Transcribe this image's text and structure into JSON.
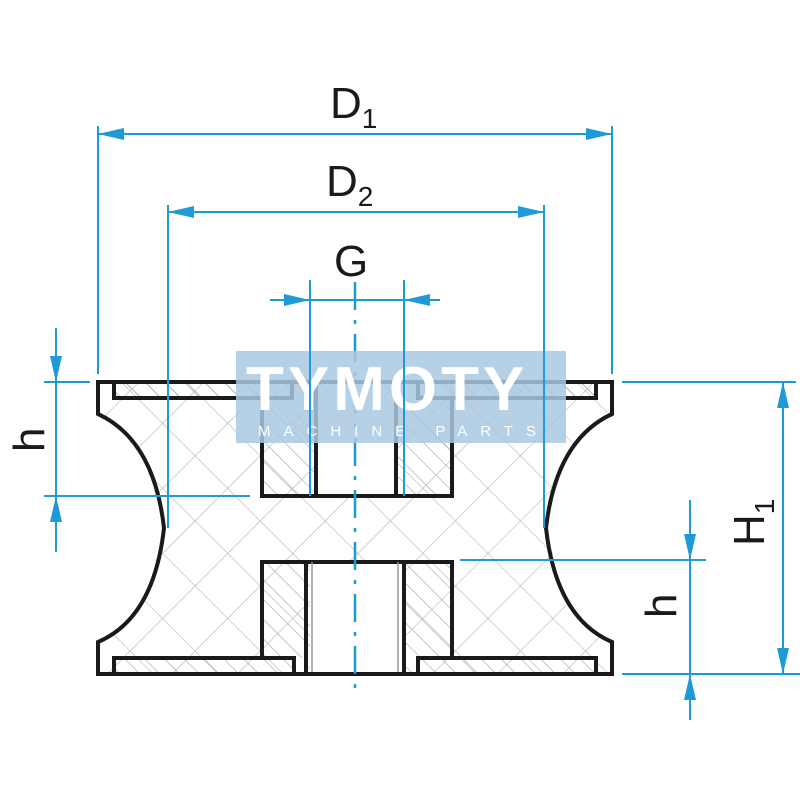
{
  "drawing": {
    "title": "Rubber-metal buffer cross-section",
    "dimensions": {
      "d1": {
        "label": "D",
        "sub": "1"
      },
      "d2": {
        "label": "D",
        "sub": "2"
      },
      "g": {
        "label": "G"
      },
      "h_left": {
        "label": "h"
      },
      "h_right": {
        "label": "h"
      },
      "h1": {
        "label": "H",
        "sub": "1"
      }
    },
    "watermark": {
      "brand": "TYMOTY",
      "tagline": "MACHINE PARTS"
    },
    "colors": {
      "dimension_line": "#1e9ad6",
      "outline": "#1a1a1a",
      "hatch": "#b8b8b8",
      "watermark": "#a9c8e2"
    }
  }
}
